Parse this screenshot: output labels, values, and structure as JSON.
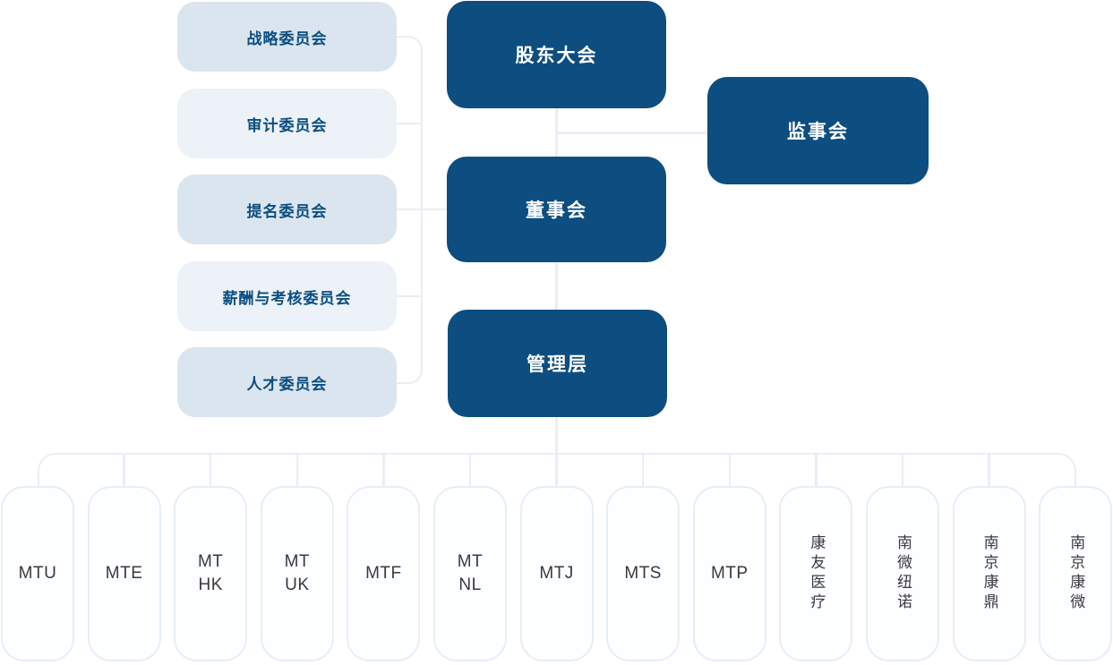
{
  "palette": {
    "node_dark_blue": "#0d4d80",
    "committee_bg_dark": "#dbe5ef",
    "committee_bg_light": "#ecf2f8",
    "committee_text": "#0b4d80",
    "connector_line": "#e9eef6",
    "subsidiary_border": "#e8eef6",
    "subsidiary_text": "#3a3a3c"
  },
  "org_chart": {
    "governance": {
      "shareholders": "股东大会",
      "board": "董事会",
      "management": "管理层",
      "supervisory": "监事会"
    },
    "committees": [
      {
        "label": "战略委员会"
      },
      {
        "label": "审计委员会"
      },
      {
        "label": "提名委员会"
      },
      {
        "label": "薪酬与考核委员会"
      },
      {
        "label": "人才委员会"
      }
    ],
    "subsidiaries": [
      {
        "lines": [
          "MTU"
        ]
      },
      {
        "lines": [
          "MTE"
        ]
      },
      {
        "lines": [
          "MT",
          "HK"
        ]
      },
      {
        "lines": [
          "MT",
          "UK"
        ]
      },
      {
        "lines": [
          "MTF"
        ]
      },
      {
        "lines": [
          "MT",
          "NL"
        ]
      },
      {
        "lines": [
          "MTJ"
        ]
      },
      {
        "lines": [
          "MTS"
        ]
      },
      {
        "lines": [
          "MTP"
        ]
      },
      {
        "lines": [
          "康友医疗"
        ]
      },
      {
        "lines": [
          "南微纽诺"
        ]
      },
      {
        "lines": [
          "南京康鼎"
        ]
      },
      {
        "lines": [
          "南京康微"
        ]
      }
    ]
  }
}
